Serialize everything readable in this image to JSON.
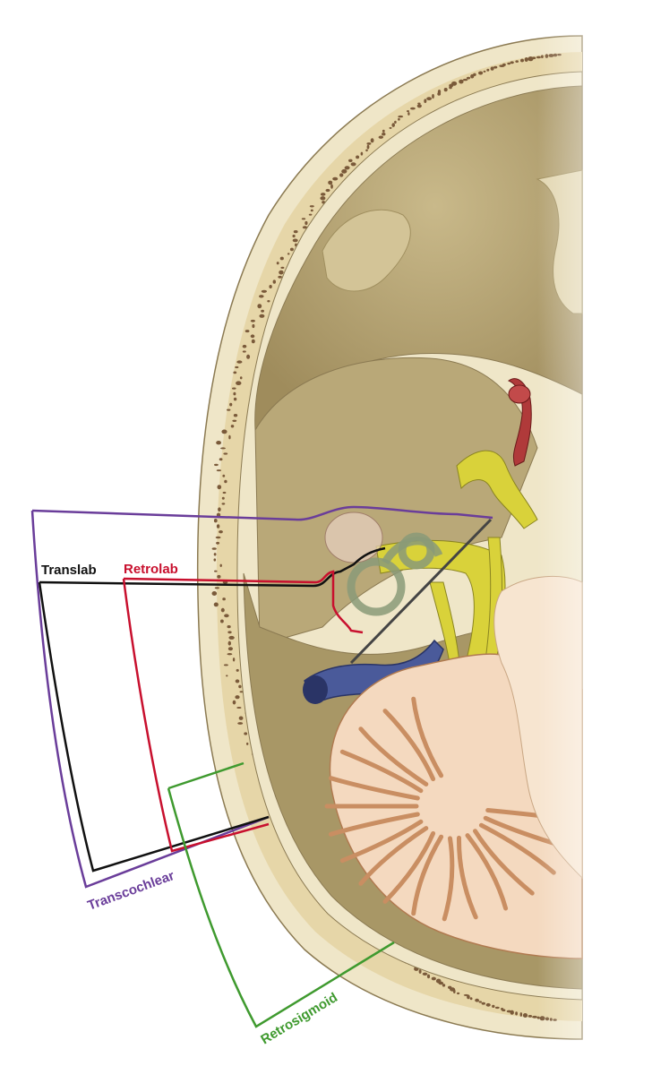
{
  "diagram": {
    "labels": {
      "translab": "Translab",
      "retrolab": "Retrolab",
      "transcochlear": "Transcochlear",
      "retrosigmoid": "Retrosigmoid"
    },
    "colors": {
      "translab": "#111111",
      "retrolab": "#c8102e",
      "transcochlear": "#6a3d9a",
      "retrosigmoid": "#3f9a2f",
      "bone_outer": "#efe6c8",
      "bone_pores": "#7a5a3a",
      "fossa": "#b8a77a",
      "fossa_dark": "#a08f5f",
      "nerves": "#d9d23a",
      "sigmoid_sinus": "#4a5a9a",
      "cerebellum": "#f4d9bf",
      "cerebellum_folia": "#c98e62",
      "labyrinth": "#c9d2b8"
    }
  }
}
